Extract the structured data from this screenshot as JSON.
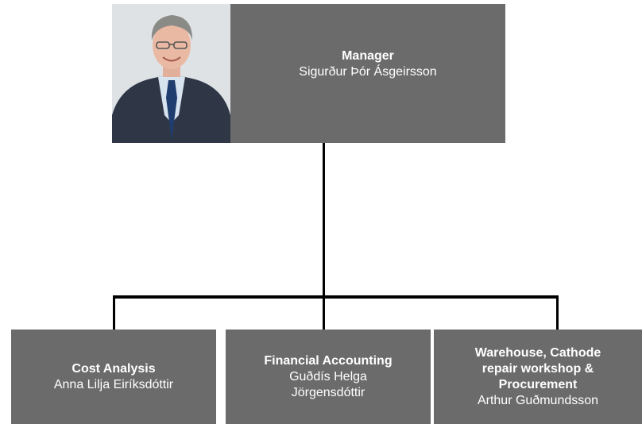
{
  "manager": {
    "title": "Manager",
    "name": "Sigurður Þór Ásgeirsson"
  },
  "departments": [
    {
      "title": "Cost Analysis",
      "name": "Anna Lilja Eiríksdóttir"
    },
    {
      "title": "Financial Accounting",
      "name": "Guðdís Helga\nJörgensdóttir"
    },
    {
      "title": "Warehouse, Cathode\nrepair workshop &\nProcurement",
      "name": "Arthur Guðmundsson"
    }
  ],
  "colors": {
    "box": "#6b6b6b",
    "connector": "#000000",
    "text": "#ffffff"
  }
}
